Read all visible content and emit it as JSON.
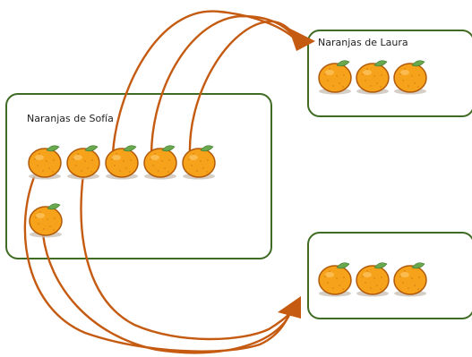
{
  "boxes": {
    "sofia": {
      "label": "Naranjas de Sofía",
      "orange_count": 6
    },
    "laura": {
      "label": "Naranjas de Laura",
      "orange_count": 3
    },
    "third": {
      "label": "",
      "orange_count": 3
    }
  },
  "colors": {
    "box_border": "#3f6b22",
    "arrow": "#c55a11",
    "orange_fill": "#f7a21b",
    "orange_stroke": "#b05a0a",
    "leaf": "#6aa84f",
    "shadow": "#c9c2b8"
  },
  "icons": {
    "orange": "orange-icon",
    "arrow": "curved-arrow"
  }
}
